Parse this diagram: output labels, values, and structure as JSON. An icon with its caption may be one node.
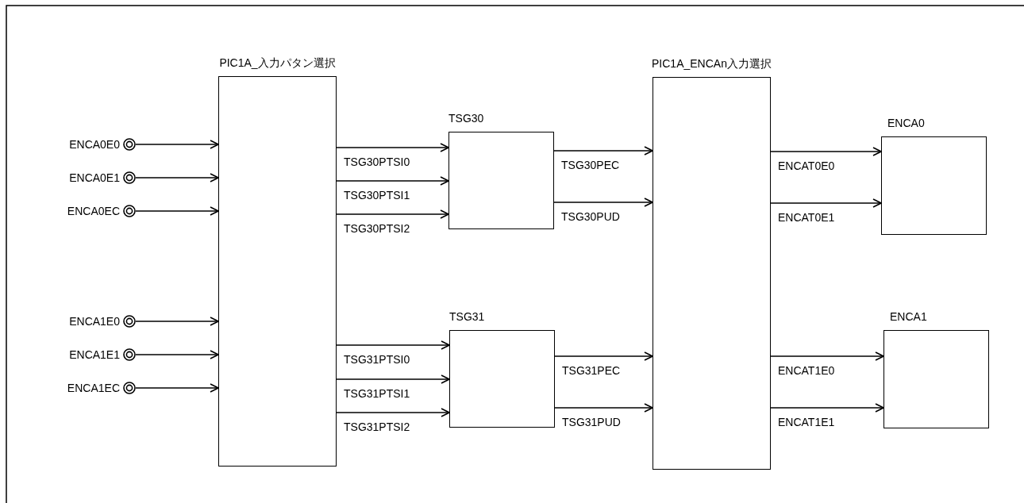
{
  "diagram": {
    "nodes": [
      {
        "text": [
          "PIC1A_入力パタン選択"
        ]
      },
      {
        "text": [
          "TSG30"
        ]
      },
      {
        "text": [
          "TSG31"
        ]
      },
      {
        "text": [
          "PIC1A_ENCAn入力選択"
        ]
      },
      {
        "text": [
          "ENCA0"
        ]
      },
      {
        "text": [
          "ENCA1"
        ]
      },
      {
        "text": [
          "ENCA0E0"
        ]
      },
      {
        "text": [
          "ENCA0E1"
        ]
      },
      {
        "text": [
          "ENCA0EC"
        ]
      },
      {
        "text": [
          "ENCA1E0"
        ]
      },
      {
        "text": [
          "ENCA1E1"
        ]
      },
      {
        "text": [
          "ENCA1EC"
        ]
      }
    ],
    "edges": [
      {
        "from": 6,
        "to": 0,
        "arrow": "to"
      },
      {
        "from": 7,
        "to": 0,
        "arrow": "to"
      },
      {
        "from": 8,
        "to": 0,
        "arrow": "to"
      },
      {
        "from": 9,
        "to": 0,
        "arrow": "to"
      },
      {
        "from": 10,
        "to": 0,
        "arrow": "to"
      },
      {
        "from": 11,
        "to": 0,
        "arrow": "to"
      },
      {
        "from": 0,
        "to": 1,
        "arrow": "to",
        "label": "TSG30PTSI0"
      },
      {
        "from": 0,
        "to": 1,
        "arrow": "to",
        "label": "TSG30PTSI1"
      },
      {
        "from": 0,
        "to": 1,
        "arrow": "to",
        "label": "TSG30PTSI2"
      },
      {
        "from": 1,
        "to": 3,
        "arrow": "to",
        "label": "TSG30PEC"
      },
      {
        "from": 1,
        "to": 3,
        "arrow": "to",
        "label": "TSG30PUD"
      },
      {
        "from": 0,
        "to": 2,
        "arrow": "to",
        "label": "TSG31PTSI0"
      },
      {
        "from": 0,
        "to": 2,
        "arrow": "to",
        "label": "TSG31PTSI1"
      },
      {
        "from": 0,
        "to": 2,
        "arrow": "to",
        "label": "TSG31PTSI2"
      },
      {
        "from": 2,
        "to": 3,
        "arrow": "to",
        "label": "TSG31PEC"
      },
      {
        "from": 2,
        "to": 3,
        "arrow": "to",
        "label": "TSG31PUD"
      },
      {
        "from": 3,
        "to": 4,
        "arrow": "to",
        "label": "ENCAT0E0"
      },
      {
        "from": 3,
        "to": 4,
        "arrow": "to",
        "label": "ENCAT0E1"
      },
      {
        "from": 3,
        "to": 5,
        "arrow": "to",
        "label": "ENCAT1E0"
      },
      {
        "from": 3,
        "to": 5,
        "arrow": "to",
        "label": "ENCAT1E1"
      }
    ]
  }
}
